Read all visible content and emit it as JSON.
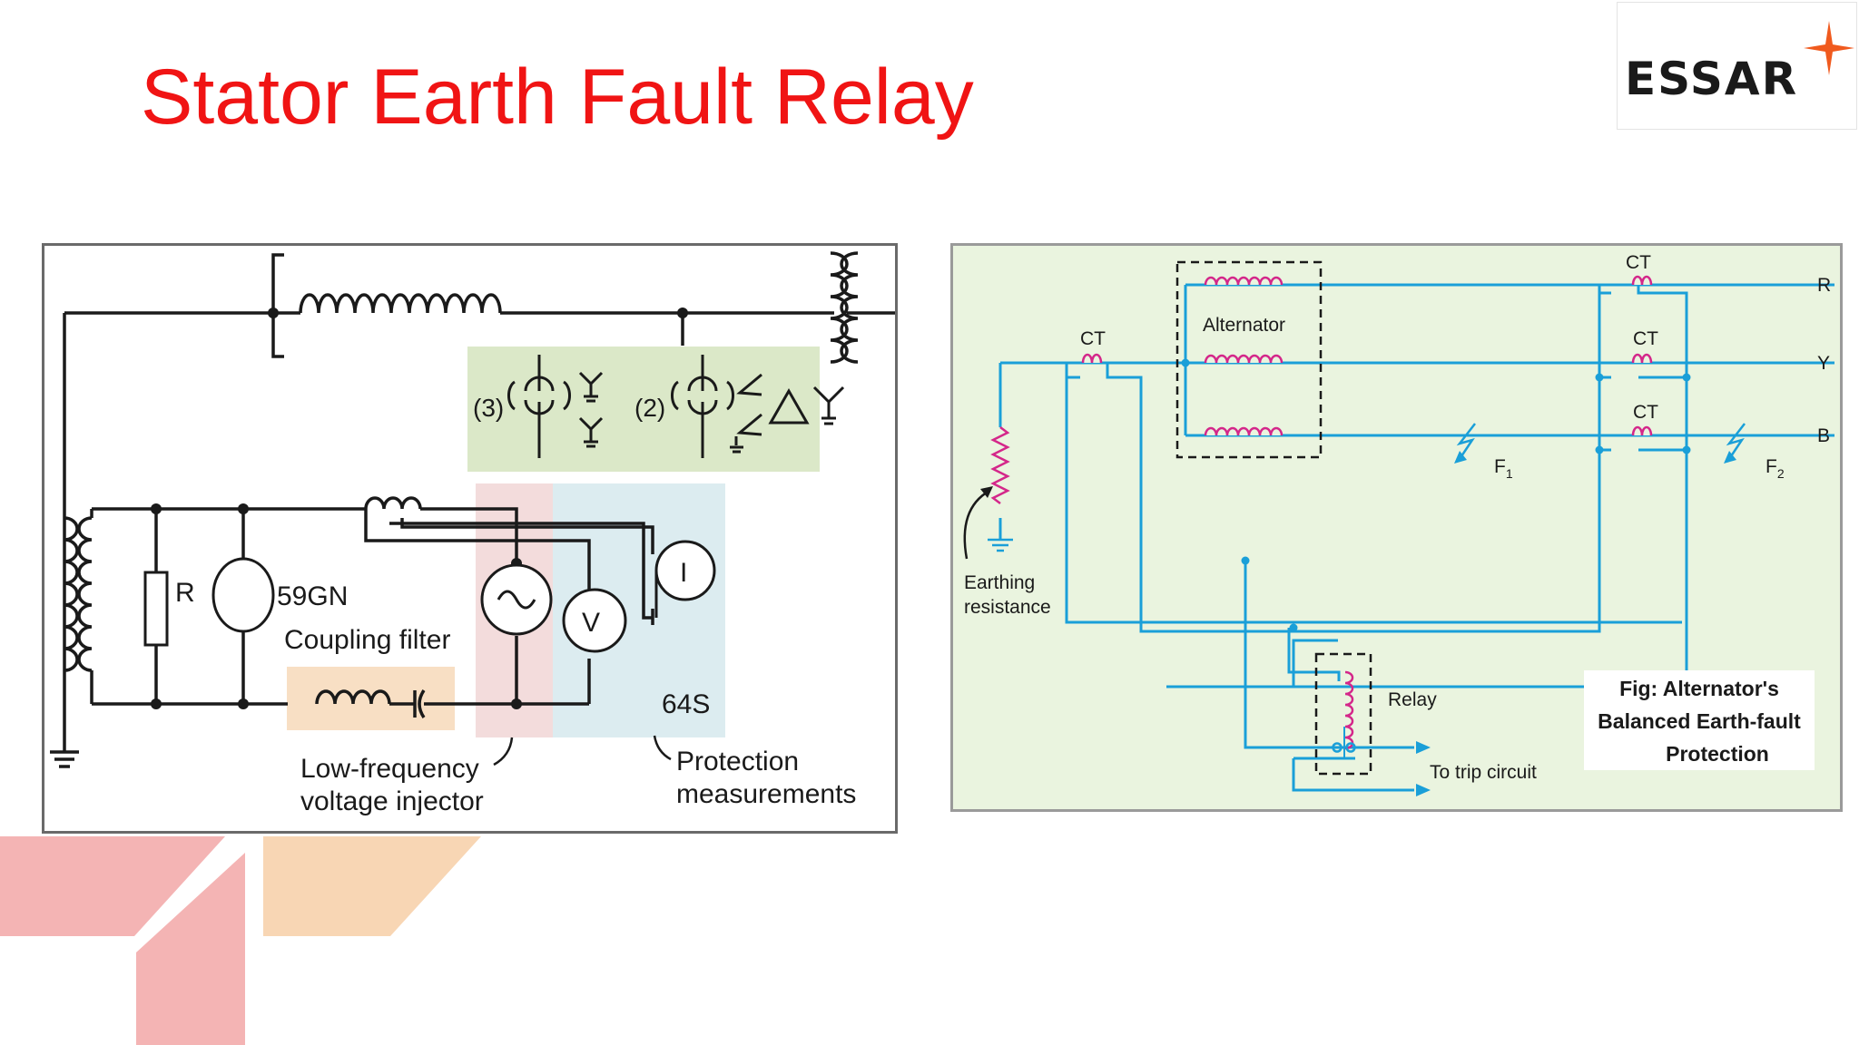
{
  "slide": {
    "title": "Stator Earth Fault Relay",
    "logo_text": "ESSAR",
    "accent_color": "#f01414"
  },
  "left_diagram": {
    "labels": {
      "n3": "(3)",
      "n2": "(2)",
      "resistor": "R",
      "relay_59gn": "59GN",
      "coupling_filter": "Coupling filter",
      "injector_line1": "Low-frequency",
      "injector_line2": "voltage injector",
      "relay_64s": "64S",
      "meas_line1": "Protection",
      "meas_line2": "measurements",
      "voltmeter": "V",
      "ammeter": "I"
    },
    "colors": {
      "green_zone": "#dbe8c8",
      "pink_zone": "#f3dcdc",
      "blue_zone": "#dcecf0",
      "orange_zone": "#f8dfc4",
      "wire": "#1a1a1a"
    }
  },
  "right_diagram": {
    "labels": {
      "ct_left": "CT",
      "ct_top": "CT",
      "ct_y": "CT",
      "ct_b": "CT",
      "alternator": "Alternator",
      "phase_r": "R",
      "phase_y": "Y",
      "phase_b": "B",
      "fault_1": "F",
      "fault_1_sub": "1",
      "fault_2": "F",
      "fault_2_sub": "2",
      "earthing_line1": "Earthing",
      "earthing_line2": "resistance",
      "relay": "Relay",
      "trip": "To trip circuit",
      "caption_line1": "Fig: Alternator's",
      "caption_line2": "Balanced Earth-fault",
      "caption_line3": "Protection"
    },
    "colors": {
      "wire": "#1a9fd8",
      "coil": "#d4278a",
      "background": "#eaf4df"
    }
  }
}
